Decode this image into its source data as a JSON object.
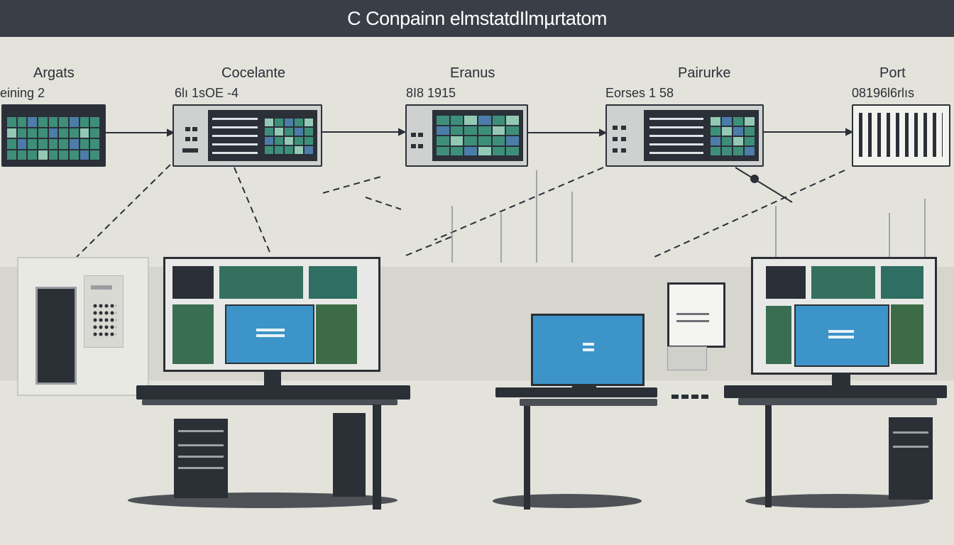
{
  "header": {
    "title": "C Conpainn elmstatdIlmµrtatom"
  },
  "stages": [
    {
      "label": "Argats",
      "sub": "eining 2"
    },
    {
      "label": "Cocelante",
      "sub": "6lı 1sOE -4"
    },
    {
      "label": "Eranus",
      "sub": "8I8 1915"
    },
    {
      "label": "Pairurke",
      "sub": "Eorses 1 58"
    },
    {
      "label": "Port",
      "sub": "08196l6rlıs"
    }
  ],
  "colors": {
    "header": "#3a3f47",
    "background": "#e3e3dc",
    "screen_blue": "#3d94c9",
    "panel_green": "#3e8f7a"
  }
}
